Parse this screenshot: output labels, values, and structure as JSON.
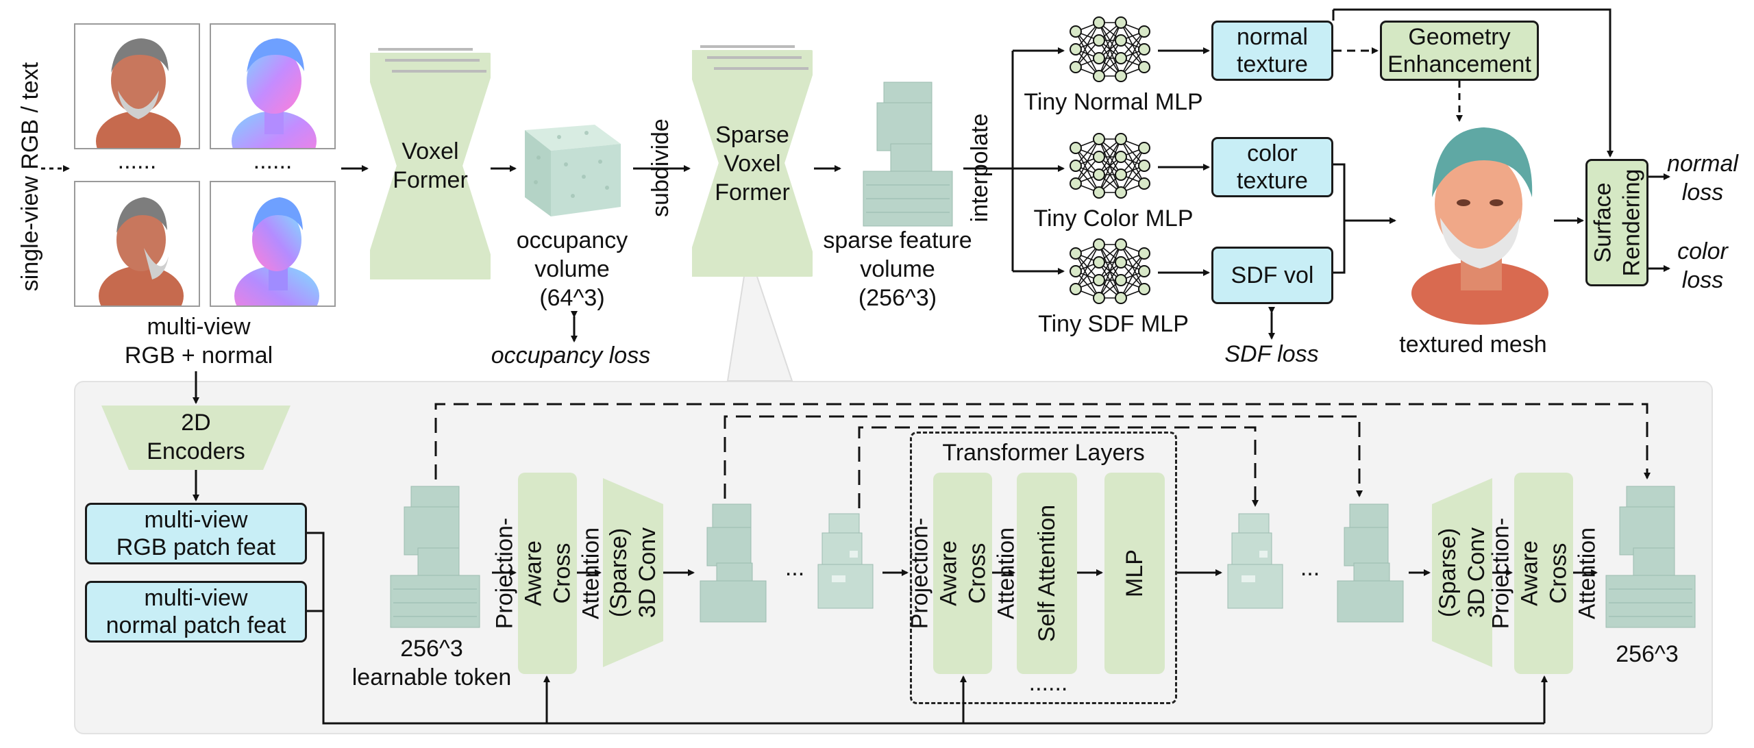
{
  "input": {
    "side_label": "single-view RGB / text",
    "dots_left": "......",
    "dots_right": "......",
    "caption": "multi-view\nRGB + normal"
  },
  "top": {
    "voxel_former": "Voxel\nFormer",
    "occupancy_volume": "occupancy\nvolume\n(64^3)",
    "occupancy_loss": "occupancy loss",
    "subdivide": "subdivide",
    "sparse_voxel_former": "Sparse\nVoxel\nFormer",
    "sparse_feature_volume": "sparse feature\nvolume\n(256^3)",
    "interpolate": "interpolate",
    "tiny_normal_mlp": "Tiny Normal MLP",
    "tiny_color_mlp": "Tiny Color MLP",
    "tiny_sdf_mlp": "Tiny SDF MLP",
    "normal_texture": "normal\ntexture",
    "color_texture": "color\ntexture",
    "sdf_vol": "SDF vol",
    "sdf_loss": "SDF loss",
    "geometry_enhancement": "Geometry\nEnhancement",
    "textured_mesh": "textured mesh",
    "surface_rendering": "Surface\nRendering",
    "normal_loss": "normal\nloss",
    "color_loss": "color\nloss"
  },
  "bottom": {
    "encoders": "2D\nEncoders",
    "rgb_patch_feat": "multi-view\nRGB patch feat",
    "normal_patch_feat": "multi-view\nnormal patch feat",
    "learnable_token": "256^3\nlearnable token",
    "cross_attention_1": "Projection-Aware\nCross Attention",
    "conv_1": "(Sparse)\n3D Conv",
    "ellipsis_1": "...",
    "transformer_layers": "Transformer Layers",
    "cross_attention_2": "Projection-Aware\nCross Attention",
    "self_attention": "Self Attention",
    "mlp": "MLP",
    "layers_dots": "......",
    "ellipsis_2": "...",
    "conv_2": "(Sparse)\n3D Conv",
    "cross_attention_3": "Projection-Aware\nCross Attention",
    "output_res": "256^3"
  },
  "colors": {
    "green_block": "#d8e8c8",
    "cyan_box": "#c8eef6",
    "panel": "#f3f3f3",
    "voxel": "#b9d4c9"
  }
}
